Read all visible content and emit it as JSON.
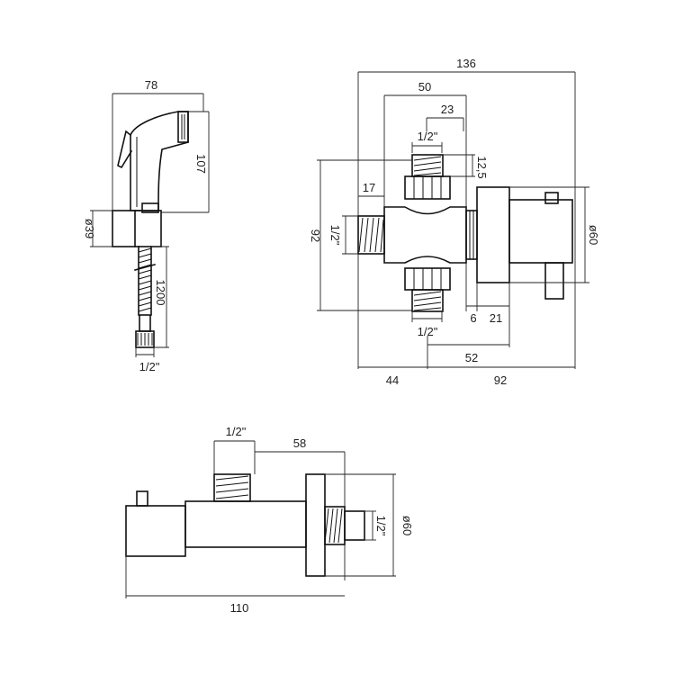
{
  "hand_spray": {
    "width": "78",
    "height": "107",
    "bracket_diameter": "ø39",
    "hose_length": "1200",
    "hose_thread": "1/2\""
  },
  "valve_front": {
    "overall_width": "136",
    "body_width": "50",
    "outlet_width": "23",
    "top_thread": "1/2\"",
    "nut_height": "12,5",
    "nut_offset": "17",
    "height": "92",
    "side_thread": "1/2\"",
    "flange_diameter": "ø60",
    "flange_offset_6": "6",
    "flange_offset_21": "21",
    "bottom_thread": "1/2\"",
    "offset_52": "52",
    "left_44": "44",
    "right_92": "92"
  },
  "valve_side": {
    "top_thread": "1/2\"",
    "depth_58": "58",
    "wall_thread": "1/2\"",
    "flange_diameter": "ø60",
    "overall_length": "110"
  }
}
